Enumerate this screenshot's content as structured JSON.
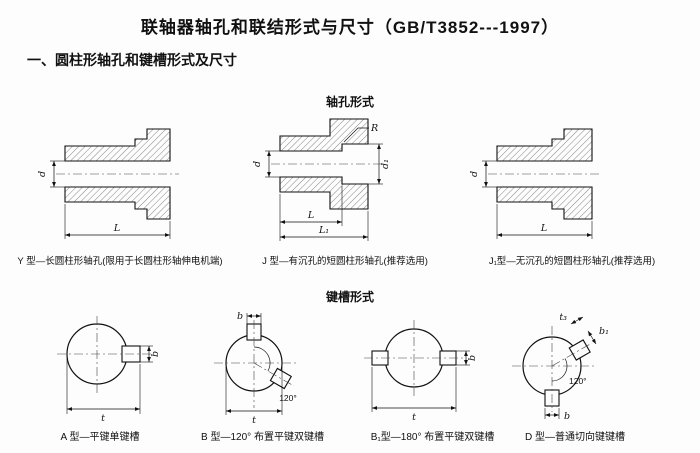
{
  "page": {
    "title": "联轴器轴孔和联结形式与尺寸（GB/T3852---1997）",
    "section_heading": "一、圆柱形轴孔和键槽形式及尺寸"
  },
  "shaft_holes": {
    "subtitle": "轴孔形式",
    "items": [
      {
        "caption": "Y 型—长圆柱形轴孔(限用于长圆柱形轴伸电机端)",
        "dims": {
          "d": "d",
          "L": "L"
        }
      },
      {
        "caption": "J 型—有沉孔的短圆柱形轴孔(推荐选用)",
        "dims": {
          "d": "d",
          "d1": "d₁",
          "R": "R",
          "L": "L",
          "L1": "L₁"
        }
      },
      {
        "caption": "J₁型—无沉孔的短圆柱形轴孔(推荐选用)",
        "dims": {
          "d": "d",
          "L": "L"
        }
      }
    ]
  },
  "keyways": {
    "subtitle": "键槽形式",
    "items": [
      {
        "caption": "A 型—平键单键槽",
        "dims": {
          "b": "b",
          "t": "t"
        }
      },
      {
        "caption": "B 型—120° 布置平键双键槽",
        "dims": {
          "b": "b",
          "t": "t",
          "angle": "120°"
        }
      },
      {
        "caption": "B₁型—180° 布置平键双键槽",
        "dims": {
          "b": "b",
          "t": "t"
        }
      },
      {
        "caption": "D 型—普通切向键键槽",
        "dims": {
          "b1": "b₁",
          "t3": "t₃",
          "b": "b",
          "angle": "120°"
        }
      }
    ]
  }
}
